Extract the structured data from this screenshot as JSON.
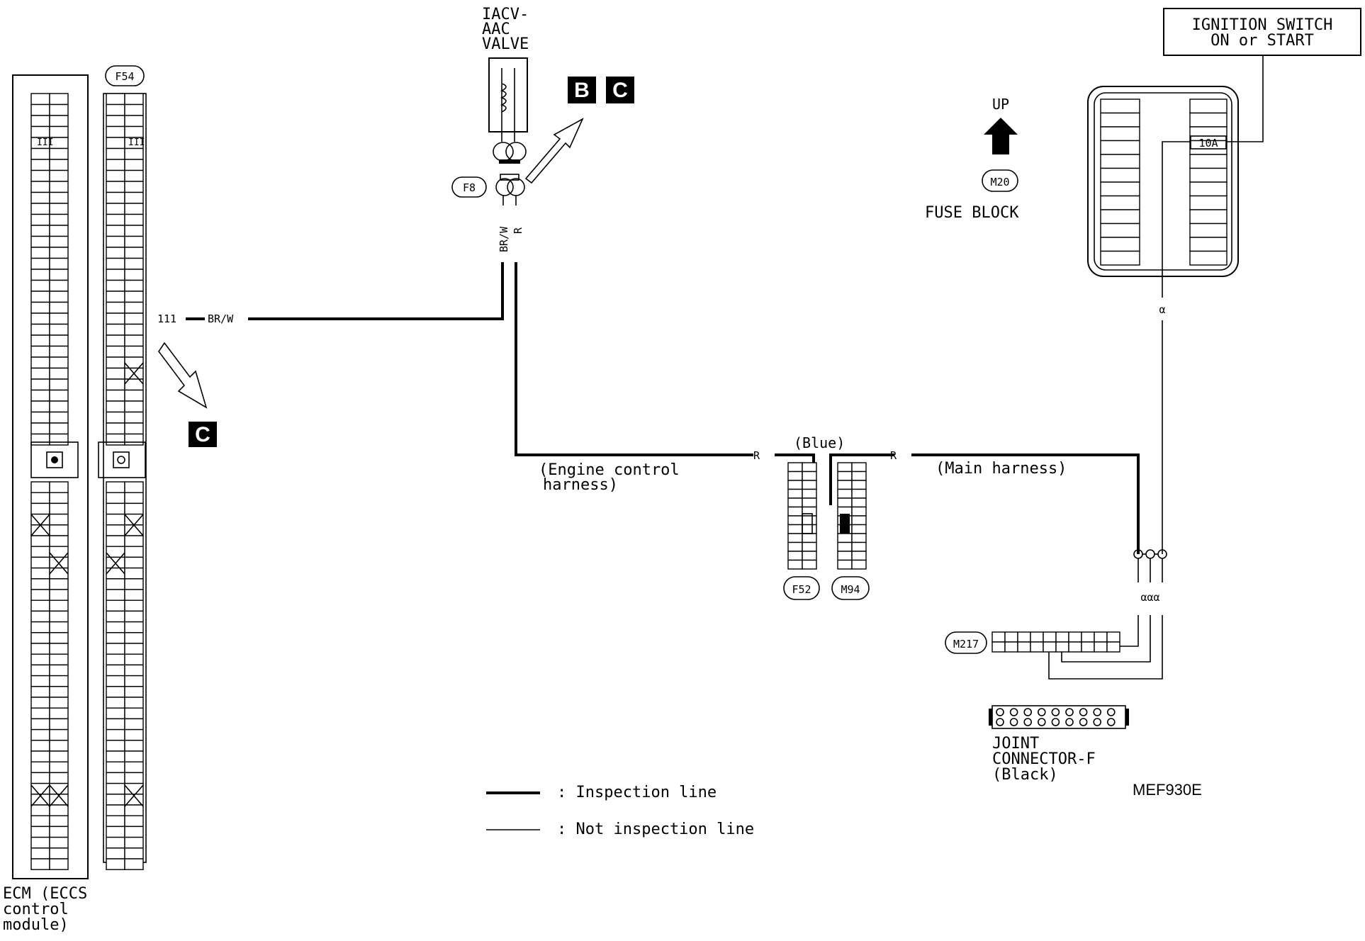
{
  "diagram_code": "MEF930E",
  "ignition_switch": {
    "line1": "IGNITION SWITCH",
    "line2": "ON or START"
  },
  "fuse": {
    "rating": "10A",
    "block_label": "FUSE BLOCK",
    "connector": "M20",
    "up_label": "UP"
  },
  "valve": {
    "line1": "IACV-",
    "line2": "AAC",
    "line3": "VALVE",
    "connector": "F8",
    "wire1": "BR/W",
    "wire2": "R"
  },
  "ecm": {
    "line1": "ECM (ECCS",
    "line2": "control",
    "line3": "module)",
    "connector": "F54",
    "terminal": "111",
    "wire": "BR/W"
  },
  "badges": {
    "b": "B",
    "c": "C"
  },
  "harness": {
    "engine_line1": "(Engine control",
    "engine_line2": "harness)",
    "main": "(Main harness)",
    "wire_left": "R",
    "wire_right": "R",
    "color": "(Blue)",
    "connector_left": "F52",
    "connector_right": "M94"
  },
  "joint": {
    "connector": "M217",
    "line1": "JOINT",
    "line2": "CONNECTOR-F",
    "line3": "(Black)",
    "alpha_top": "α",
    "alpha_bottom": "ααα"
  },
  "legend": [
    {
      "style": "thick",
      "text": ": Inspection line"
    },
    {
      "style": "thin",
      "text": ": Not inspection line"
    }
  ]
}
